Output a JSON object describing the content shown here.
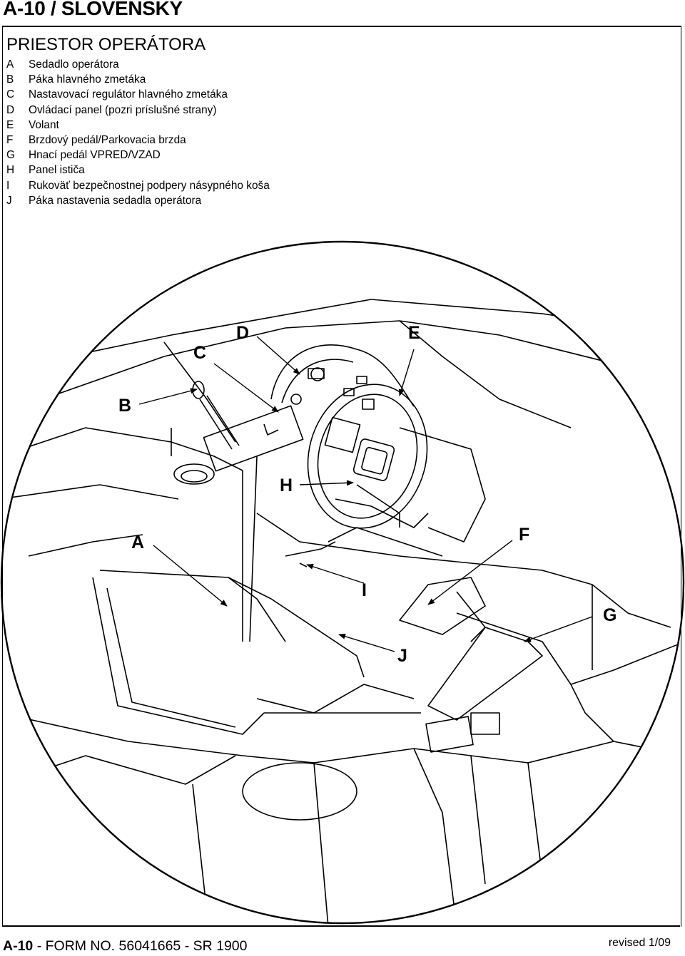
{
  "header": {
    "title": "A-10 / SLOVENSKY"
  },
  "section": {
    "title": "PRIESTOR OPERÁTORA"
  },
  "legend": [
    {
      "key": "A",
      "text": "Sedadlo operátora"
    },
    {
      "key": "B",
      "text": "Páka hlavného zmetáka"
    },
    {
      "key": "C",
      "text": "Nastavovací regulátor hlavného zmetáka"
    },
    {
      "key": "D",
      "text": "Ovládací panel (pozri príslušné strany)"
    },
    {
      "key": "E",
      "text": "Volant"
    },
    {
      "key": "F",
      "text": "Brzdový pedál/Parkovacia brzda"
    },
    {
      "key": "G",
      "text": "Hnací pedál VPRED/VZAD"
    },
    {
      "key": "H",
      "text": "Panel ističa"
    },
    {
      "key": "I",
      "text": "Rukoväť bezpečnostnej podpery násypného koša"
    },
    {
      "key": "J",
      "text": "Páka nastavenia sedadla operátora"
    }
  ],
  "callouts": {
    "a": "A",
    "b": "B",
    "c": "C",
    "d": "D",
    "e": "E",
    "f": "F",
    "g": "G",
    "h": "H",
    "i": "I",
    "j": "J"
  },
  "footer": {
    "page": "A-10",
    "form": " - FORM NO. 56041665 - SR 1900",
    "revised": "revised 1/09"
  }
}
